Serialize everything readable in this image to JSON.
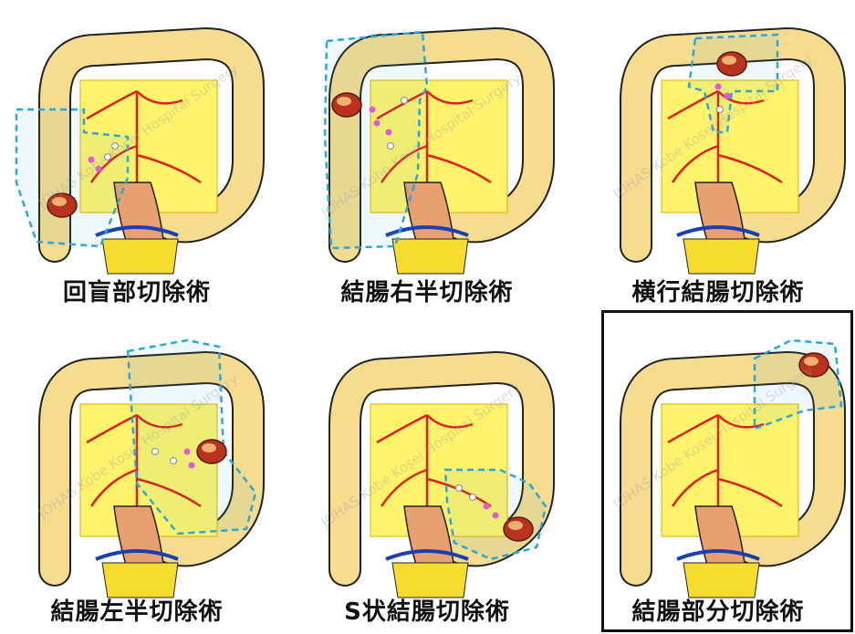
{
  "watermark": "JOHAS Kobe Kosei Hospital Surgery",
  "panels": [
    {
      "label": "回盲部切除術",
      "region": "cecum"
    },
    {
      "label": "結腸右半切除術",
      "region": "right"
    },
    {
      "label": "横行結腸切除術",
      "region": "transverse"
    },
    {
      "label": "結腸左半切除術",
      "region": "left"
    },
    {
      "label": "S状結腸切除術",
      "region": "sigmoid"
    },
    {
      "label": "結腸部分切除術",
      "region": "partial"
    }
  ],
  "colors": {
    "colon": "#f6dc8e",
    "colon_outline": "#222222",
    "artery": "#e0201b",
    "mesentery": "#fff36b",
    "tumor": "#b8321c",
    "resection_line": "#2fa6d6",
    "rectum": "#e8a070",
    "pelvis": "#f6dc2e",
    "lymph_node": "#e05ad8"
  }
}
